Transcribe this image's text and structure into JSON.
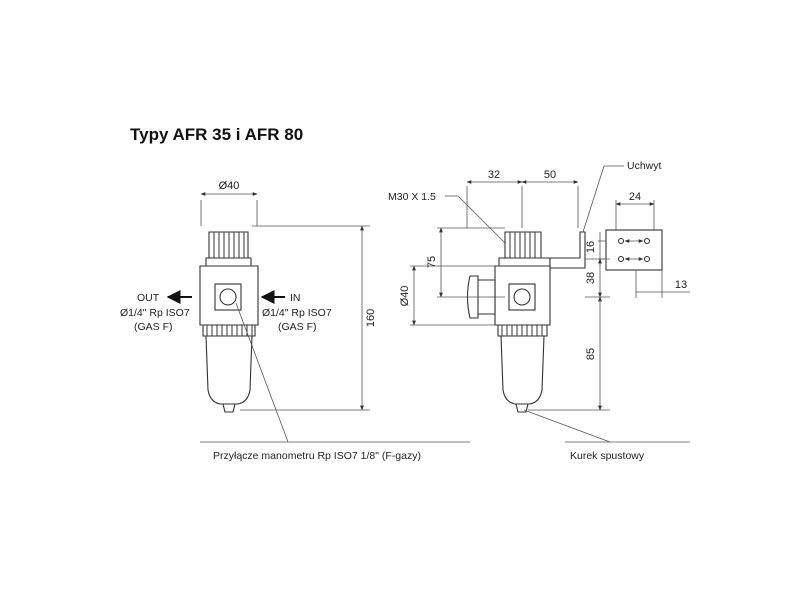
{
  "title": "Typy AFR 35 i AFR 80",
  "front_view": {
    "dim_diameter_top": "Ø40",
    "dim_height": "160",
    "out_label": "OUT",
    "out_spec": "Ø1/4\" Rp ISO7",
    "out_gas": "(GAS F)",
    "in_label": "IN",
    "in_spec": "Ø1/4\" Rp ISO7",
    "in_gas": "(GAS F)",
    "gauge_connection": "Przyłącze manometru Rp ISO7 1/8\" (F-gazy)"
  },
  "side_view": {
    "thread_label": "M30 X 1.5",
    "dim_32": "32",
    "dim_50": "50",
    "dim_75": "75",
    "dim_diameter_side": "Ø40",
    "dim_85": "85",
    "bracket_label": "Uchwyt",
    "drain_label": "Kurek spustowy"
  },
  "bracket_view": {
    "dim_24": "24",
    "dim_16": "16",
    "dim_38": "38",
    "dim_13": "13"
  }
}
